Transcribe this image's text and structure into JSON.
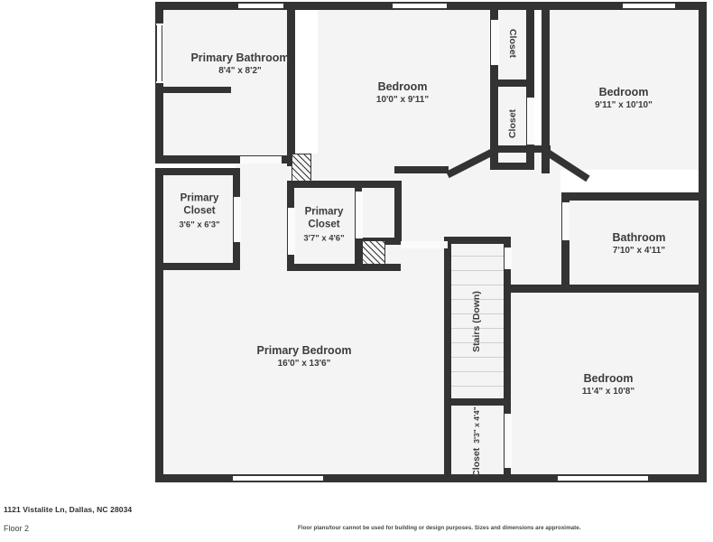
{
  "document": {
    "type": "floor-plan",
    "address": "1121 Vistalite Ln, Dallas, NC 28034",
    "floor_label": "Floor 2",
    "disclaimer": "Floor plans/tour cannot be used for building or design purposes. Sizes and dimensions are approximate."
  },
  "colors": {
    "wall": "#333333",
    "room_fill": "#f4f4f4",
    "page_background": "#ffffff",
    "text": "#3c3c3c"
  },
  "rooms": [
    {
      "id": "primary-bathroom",
      "name": "Primary Bathroom",
      "dimensions": "8'4\" x 8'2\""
    },
    {
      "id": "bedroom-top-center",
      "name": "Bedroom",
      "dimensions": "10'0\" x 9'11\""
    },
    {
      "id": "closet-top-upper",
      "name": "Closet",
      "dimensions": ""
    },
    {
      "id": "closet-top-lower",
      "name": "Closet",
      "dimensions": ""
    },
    {
      "id": "bedroom-top-right",
      "name": "Bedroom",
      "dimensions": "9'11\" x 10'10\""
    },
    {
      "id": "primary-closet-left",
      "name": "Primary Closet",
      "dimensions": "3'6\" x 6'3\""
    },
    {
      "id": "primary-closet-center",
      "name": "Primary Closet",
      "dimensions": "3'7\" x 4'6\""
    },
    {
      "id": "bathroom-right",
      "name": "Bathroom",
      "dimensions": "7'10\" x 4'11\""
    },
    {
      "id": "primary-bedroom",
      "name": "Primary Bedroom",
      "dimensions": "16'0\" x 13'6\""
    },
    {
      "id": "stairs",
      "name": "Stairs (Down)",
      "dimensions": ""
    },
    {
      "id": "closet-bottom",
      "name": "Closet",
      "dimensions": "3'3\" x 4'4\""
    },
    {
      "id": "bedroom-bottom-right",
      "name": "Bedroom",
      "dimensions": "11'4\" x 10'8\""
    }
  ]
}
